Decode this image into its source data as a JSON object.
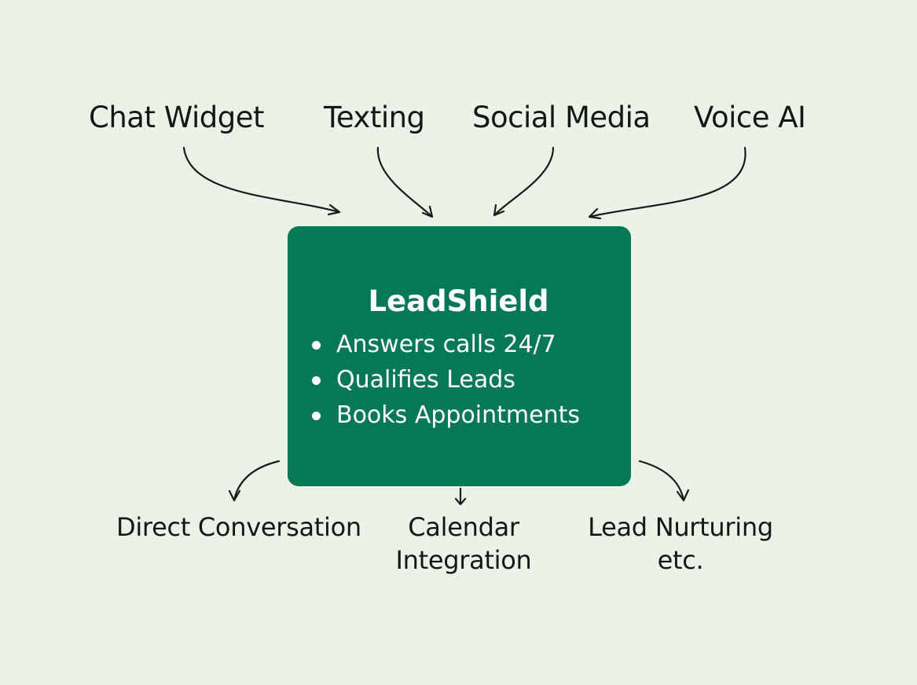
{
  "colors": {
    "background": "#ebf3e8",
    "hub": "#077857",
    "text": "#161616",
    "hub_text": "#ffffff",
    "arrow": "#1a1a1a"
  },
  "channels": [
    {
      "label": "Chat Widget"
    },
    {
      "label": "Texting"
    },
    {
      "label": "Social Media"
    },
    {
      "label": "Voice AI"
    }
  ],
  "hub": {
    "title": "LeadShield",
    "features": [
      "Answers calls 24/7",
      "Qualifies Leads",
      "Books Appointments"
    ]
  },
  "outcomes": [
    {
      "lines": [
        "Direct Conversation"
      ]
    },
    {
      "lines": [
        "Calendar",
        "Integration"
      ]
    },
    {
      "lines": [
        "Lead Nurturing",
        "etc."
      ]
    }
  ]
}
